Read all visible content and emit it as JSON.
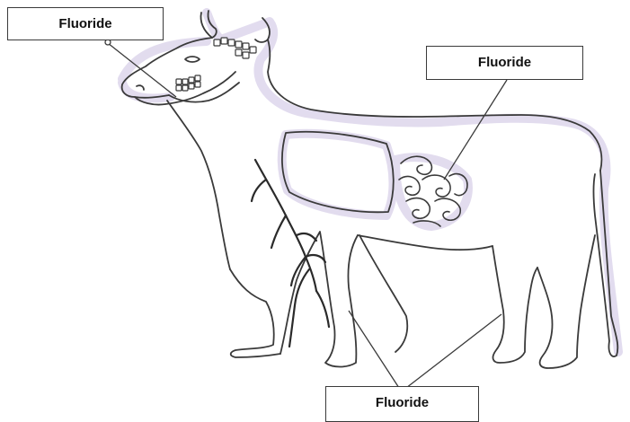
{
  "diagram": {
    "labels": {
      "head": "Fluoride",
      "gut": "Fluoride",
      "legs": "Fluoride"
    },
    "colors": {
      "outline": "#3a3a3a",
      "shading": "#ddd6ec",
      "box_border": "#3a3a3a",
      "background": "#ffffff"
    }
  }
}
